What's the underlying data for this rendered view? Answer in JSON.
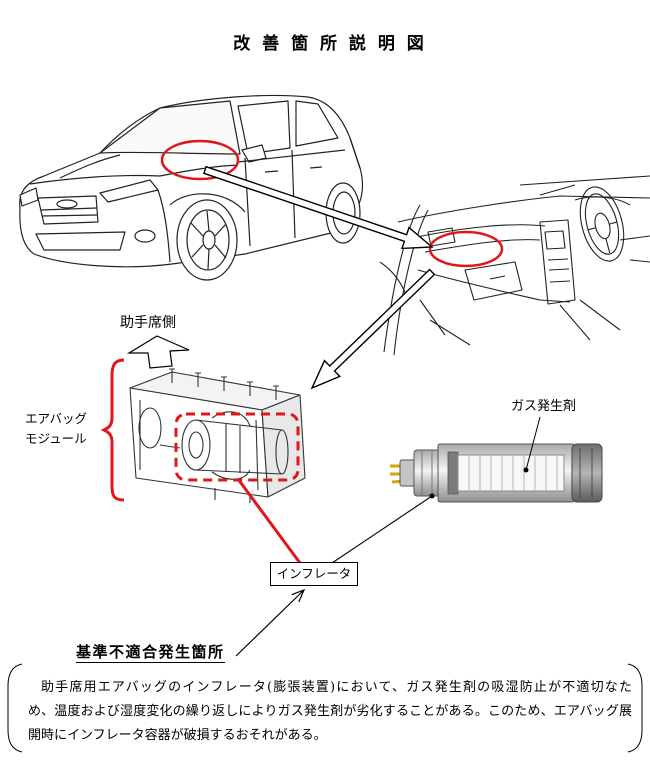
{
  "title": "改 善 箇 所 説 明 図",
  "labels": {
    "passenger_side": "助手席側",
    "airbag_module_line1": "エアバッグ",
    "airbag_module_line2": "モジュール",
    "gas_generant": "ガス発生剤",
    "inflator": "インフレータ"
  },
  "defect": {
    "heading": "基準不適合発生箇所",
    "body_lines": [
      "助手席用エアバッグのインフレータ(膨張装置)において、ガス発生剤の吸湿防止が不適切なた",
      "め、温度および湿度変化の繰り返しによりガス発生剤が劣化することがある。このため、エアバッグ展",
      "開時にインフレータ容器が破損するおそれがある。"
    ]
  },
  "colors": {
    "highlight": "#e0161b",
    "line": "#000000"
  },
  "icons": {
    "passenger_side_arrow": "hollow-up-arrow",
    "pointer_arrows": "hollow-block-arrow"
  }
}
